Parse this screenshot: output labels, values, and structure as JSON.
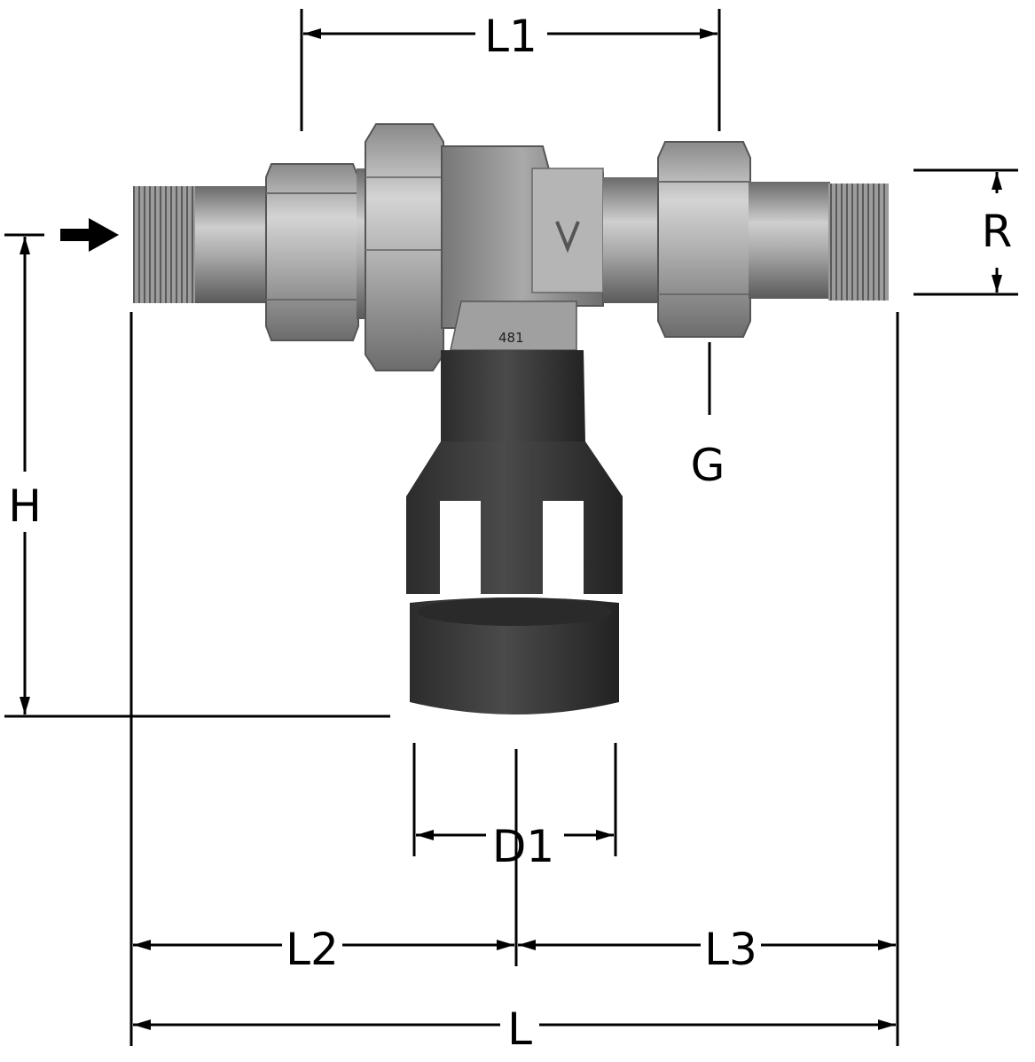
{
  "labels": {
    "L1": "L1",
    "R": "R",
    "G": "G",
    "H": "H",
    "D1": "D1",
    "L2": "L2",
    "L3": "L3",
    "L": "L"
  },
  "body_marking": "481",
  "colors": {
    "line": "#000000",
    "metal_light": "#c9c9c9",
    "metal_mid": "#9a9a9a",
    "metal_dark": "#5e5e5e",
    "plastic": "#3a3a3a",
    "plastic_dark": "#1e1e1e"
  },
  "icons": {
    "flow_direction": "arrow-right-icon"
  }
}
